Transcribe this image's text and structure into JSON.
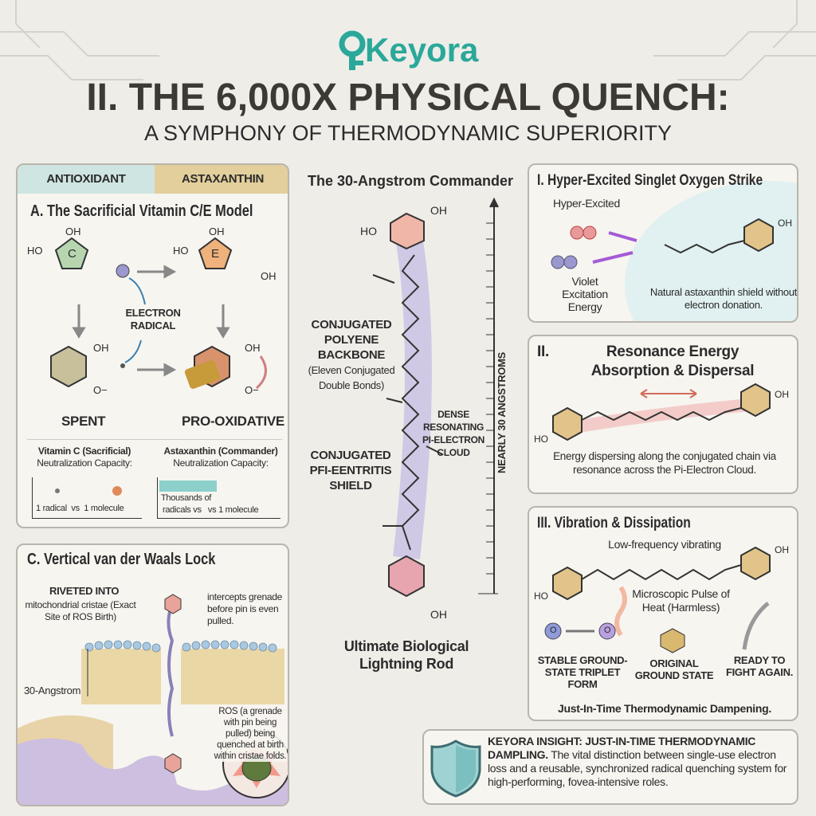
{
  "brand": {
    "name": "Keyora",
    "color": "#2aa89a"
  },
  "header": {
    "title": "II. THE 6,000X PHYSICAL QUENCH:",
    "subtitle": "A SYMPHONY OF THERMODYNAMIC SUPERIORITY"
  },
  "panel_a": {
    "tabs": [
      {
        "label": "ANTIOXIDANT",
        "color": "#cfe5e2"
      },
      {
        "label": "ASTAXANTHIN",
        "color": "#e3cf9c"
      }
    ],
    "title": "A. The Sacrificial Vitamin C/E Model",
    "ring_c": "C",
    "ring_e": "E",
    "oh": "OH",
    "ho": "HO",
    "o": "O",
    "o_minus": "O−",
    "electron_radical": "ELECTRON RADICAL",
    "spent": "SPENT",
    "pro_oxidative": "PRO-OXIDATIVE",
    "vitc_title": "Vitamin C (Sacrificial)",
    "vitc_sub": "Neutralization Capacity:",
    "vitc_caption": "1 radical  vs  1 molecule",
    "asta_title": "Astaxanthin (Commander)",
    "asta_sub": "Neutralization Capacity:",
    "asta_caption1": "Thousands of",
    "asta_caption2": "radicals vs   vs 1 molecule"
  },
  "panel_c": {
    "title": "C. Vertical van der Waals Lock",
    "riveted": "RIVETED INTO",
    "riveted_sub": "mitochondrial cristae (Exact Site of ROS Birth)",
    "intercepts": "intercepts grenade before pin is even pulled.",
    "angstrom": "30-Angstrom",
    "ros": "ROS (a grenade with pin being pulled) being quenched at birth within cristae folds."
  },
  "center": {
    "title": "The 30-Angstrom Commander",
    "ho": "HO",
    "oh": "OH",
    "backbone_title": "CONJUGATED POLYENE BACKBONE",
    "backbone_sub": "(Eleven Conjugated Double Bonds)",
    "cloud": "DENSE RESONATING PI-ELECTRON CLOUD",
    "shield": "CONJUGATED PFI-EENTRITIS SHIELD",
    "ruler": "NEARLY 30 ANGSTROMS",
    "footer": "Ultimate Biological Lightning Rod"
  },
  "panel_1": {
    "title": "I. Hyper-Excited Singlet Oxygen Strike",
    "hyper": "Hyper-Excited",
    "violet": "Violet Excitation Energy",
    "shield": "Natural astaxanthin shield without electron donation.",
    "oh": "OH"
  },
  "panel_2": {
    "num": "II.",
    "title": "Resonance Energy Absorption & Dispersal",
    "caption": "Energy dispersing along the conjugated chain via resonance across the Pi-Electron Cloud.",
    "ho": "HO",
    "oh": "OH"
  },
  "panel_3": {
    "title": "III. Vibration & Dissipation",
    "low": "Low-frequency vibrating",
    "pulse": "Microscopic Pulse of Heat (Harmless)",
    "stable": "STABLE GROUND-STATE TRIPLET FORM",
    "original": "ORIGINAL GROUND STATE",
    "ready": "READY TO FIGHT AGAIN.",
    "footer": "Just-In-Time Thermodynamic Dampening.",
    "ho": "HO",
    "oh": "OH",
    "o": "O"
  },
  "insight": {
    "bold": "KEYORA INSIGHT: JUST-IN-TIME THERMODYNAMIC DAMPLING.",
    "text": " The vital distinction between single-use electron loss and a reusable, synchronized radical quenching system for high-performing, fovea-intensive roles."
  }
}
